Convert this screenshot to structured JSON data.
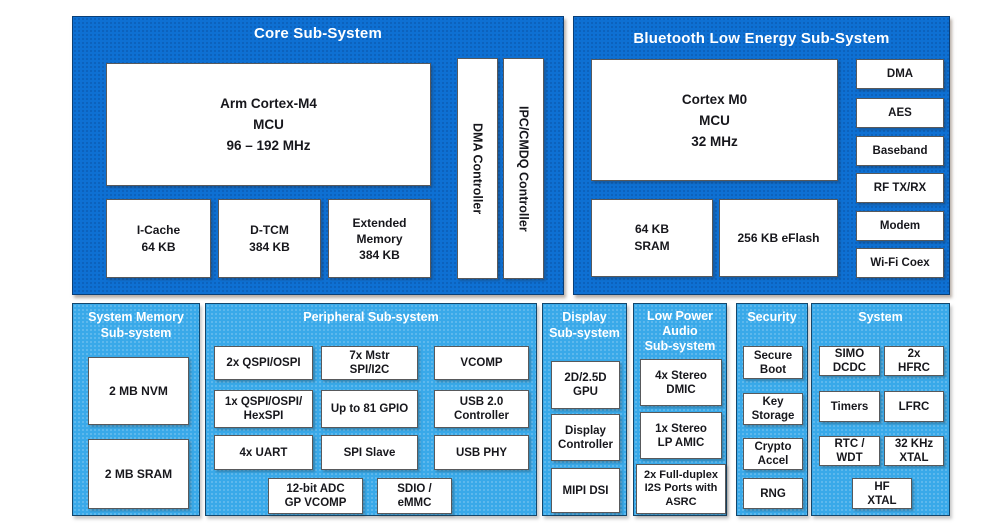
{
  "colors": {
    "panel_dark_blue": "#0e70d3",
    "panel_light_blue": "#39a9e9",
    "block_background": "#ffffff",
    "title_text": "#ffffff",
    "block_text": "#17171c"
  },
  "core": {
    "title": "Core Sub-System",
    "mcu": [
      "Arm Cortex-M4",
      "MCU",
      "96 – 192 MHz"
    ],
    "icache": [
      "I-Cache",
      "64 KB"
    ],
    "dtcm": [
      "D-TCM",
      "384 KB"
    ],
    "extmem": [
      "Extended",
      "Memory",
      "384 KB"
    ],
    "dma_vertical": "DMA Controller",
    "ipc_vertical": "IPC/CMDQ Controller"
  },
  "ble": {
    "title": "Bluetooth Low Energy Sub-System",
    "mcu": [
      "Cortex M0",
      "MCU",
      "32 MHz"
    ],
    "sram": [
      "64 KB",
      "SRAM"
    ],
    "eflash": "256 KB eFlash",
    "column": [
      "DMA",
      "AES",
      "Baseband",
      "RF TX/RX",
      "Modem",
      "Wi-Fi Coex"
    ]
  },
  "sysmem": {
    "title": [
      "System Memory",
      "Sub-system"
    ],
    "nvm": "2 MB NVM",
    "sram": "2 MB SRAM"
  },
  "peripheral": {
    "title": "Peripheral Sub-system",
    "qspi2x": "2x QSPI/OSPI",
    "mstr": [
      "7x Mstr",
      "SPI/I2C"
    ],
    "vcomp": "VCOMP",
    "hexspi": [
      "1x QSPI/OSPI/",
      "HexSPI"
    ],
    "gpio": "Up to 81 GPIO",
    "usb20": [
      "USB 2.0",
      "Controller"
    ],
    "uart": "4x UART",
    "spislave": "SPI Slave",
    "usbphy": "USB PHY",
    "adc": [
      "12-bit ADC",
      "GP VCOMP"
    ],
    "sdio": [
      "SDIO /",
      "eMMC"
    ]
  },
  "display": {
    "title": [
      "Display",
      "Sub-system"
    ],
    "gpu": [
      "2D/2.5D",
      "GPU"
    ],
    "controller": [
      "Display",
      "Controller"
    ],
    "mipi": "MIPI DSI"
  },
  "audio": {
    "title": [
      "Low Power",
      "Audio",
      "Sub-system"
    ],
    "dmic": [
      "4x Stereo",
      "DMIC"
    ],
    "amic": [
      "1x Stereo",
      "LP AMIC"
    ],
    "i2s": [
      "2x Full-duplex",
      "I2S Ports with",
      "ASRC"
    ]
  },
  "security": {
    "title": "Security",
    "secure_boot": [
      "Secure",
      "Boot"
    ],
    "key_storage": [
      "Key",
      "Storage"
    ],
    "crypto": [
      "Crypto",
      "Accel"
    ],
    "rng": "RNG"
  },
  "system": {
    "title": "System",
    "simo": [
      "SIMO",
      "DCDC"
    ],
    "hfrc": [
      "2x",
      "HFRC"
    ],
    "timers": "Timers",
    "lfrc": "LFRC",
    "rtc": [
      "RTC /",
      "WDT"
    ],
    "xtal32": [
      "32 KHz",
      "XTAL"
    ],
    "hfxtal": [
      "HF",
      "XTAL"
    ]
  }
}
